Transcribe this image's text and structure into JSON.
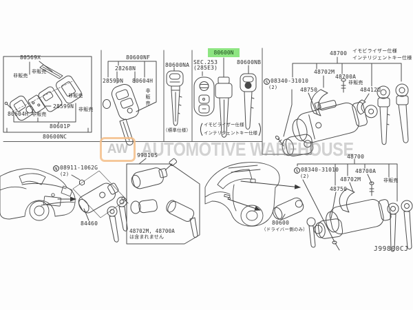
{
  "highlight_color": "#8ee582",
  "line_color": "#4a4a4a",
  "watermark": {
    "badge": "AW",
    "text": "AUTOMOTIVE WAREHOUSE",
    "accent_color": "#f3be8a"
  },
  "diagram_code": "J99800CJ",
  "top": {
    "trunk_fob": {
      "main": "80569X",
      "not_sold": "非販売",
      "p28599n": "28599N",
      "p80604h": "80604H",
      "p80601p": "80601P",
      "assembly": "80600NC"
    },
    "keyfob": {
      "main": "80600NF",
      "p28268n": "28268N",
      "p28599n": "28599N",
      "p80604h": "80604H",
      "not_sold": "非販売"
    },
    "standard_key": {
      "part": "80600NA",
      "note": "（標準仕様）"
    },
    "immobilizer": {
      "sec1": "SEC.253",
      "sec2": "(285E3)",
      "key_blank": "80600N",
      "key_master": "80600NB",
      "note_open": "（",
      "note_line1": "イモビライザー仕様",
      "note_line2": "インテリジェントキー仕様",
      "note_close": "）"
    },
    "steering_lock": {
      "main": "48700",
      "spec1": "イモビライザー仕様",
      "spec2": "インテリジェントキー仕様",
      "p48702m": "48702M",
      "p48700a": "48700A",
      "not_sold": "非販売",
      "screw_sym": "S",
      "screw": "08340-31010",
      "screw_qty": "(2)",
      "p48750": "48750",
      "p48412u": "48412U"
    }
  },
  "bottom": {
    "trunk": {
      "nut_sym": "N",
      "nut": "08911-1062G",
      "nut_qty": "(2)",
      "lock": "84460"
    },
    "lock_kit": {
      "part": "99810S",
      "note1": "48702M, 48700A",
      "note2": "は含まれません"
    },
    "door": {
      "screw_sym": "S",
      "screw": "08340-31010",
      "screw_qty": "(2)",
      "main": "48700",
      "p48700a": "48700A",
      "p48702m": "48702M",
      "p48750": "48750",
      "not_sold": "非販売",
      "door_lock": "80600",
      "door_note": "（ドライバー側のみ）"
    }
  }
}
